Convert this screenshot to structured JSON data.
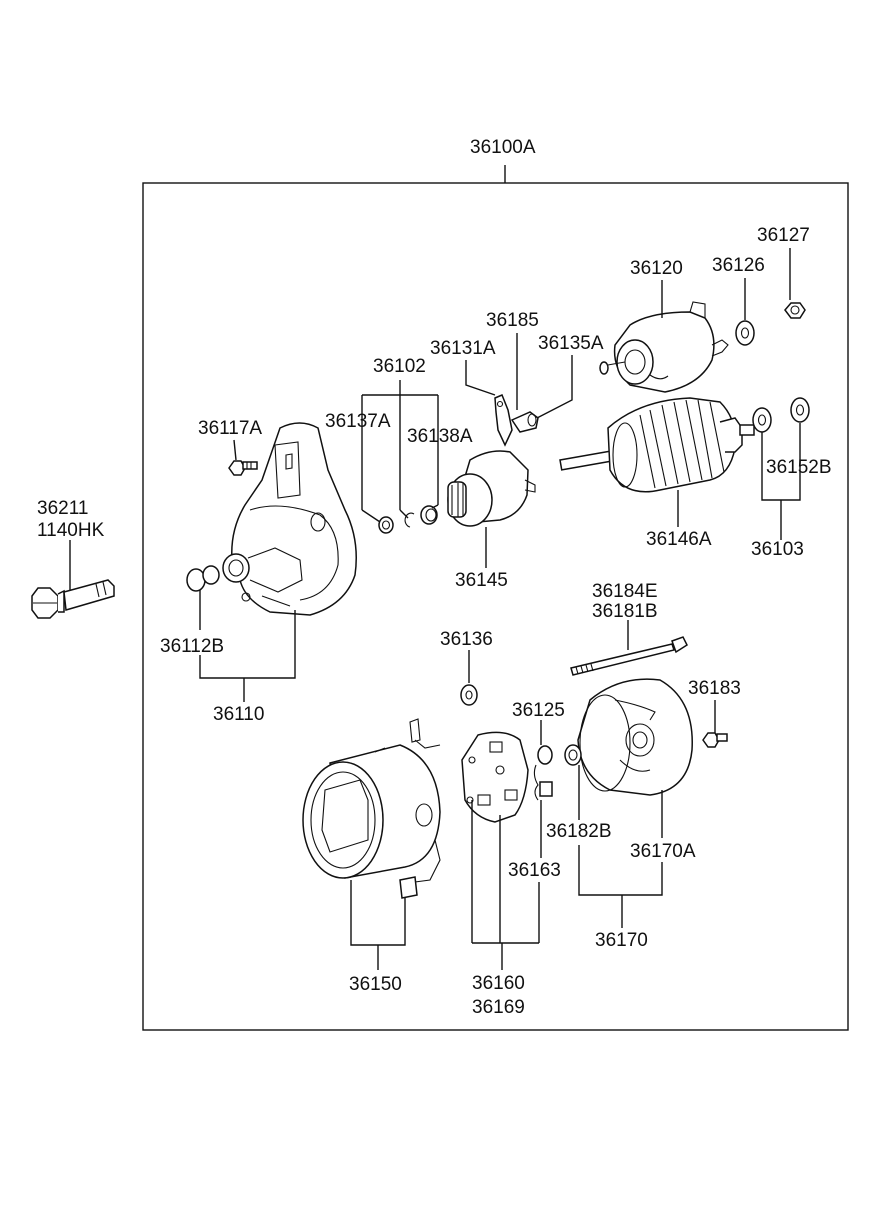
{
  "diagram": {
    "assembly_label": "36100A",
    "parts": {
      "p36127": "36127",
      "p36126": "36126",
      "p36120": "36120",
      "p36185": "36185",
      "p36131A": "36131A",
      "p36135A": "36135A",
      "p36102": "36102",
      "p36137A": "36137A",
      "p36138A": "36138A",
      "p36117A": "36117A",
      "p36152B": "36152B",
      "p36146A": "36146A",
      "p36103": "36103",
      "p36211": "36211",
      "p1140HK": "1140HK",
      "p36145": "36145",
      "p36184E": "36184E",
      "p36181B": "36181B",
      "p36112B": "36112B",
      "p36136": "36136",
      "p36183": "36183",
      "p36110": "36110",
      "p36125": "36125",
      "p36182B": "36182B",
      "p36170A": "36170A",
      "p36163": "36163",
      "p36170": "36170",
      "p36150": "36150",
      "p36160": "36160",
      "p36169": "36169"
    }
  }
}
